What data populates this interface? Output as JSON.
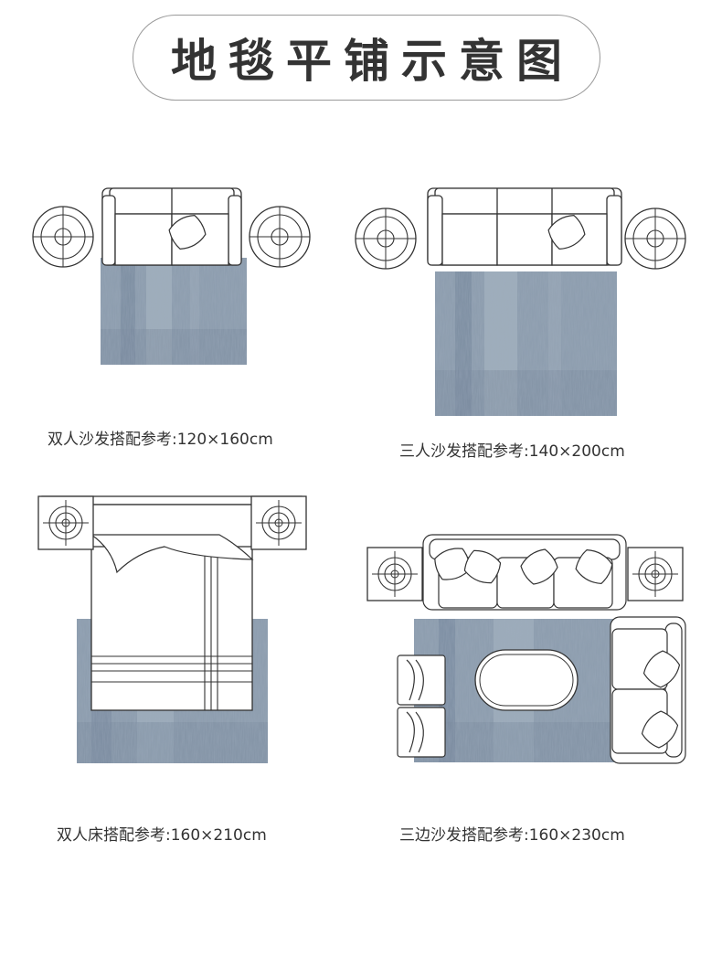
{
  "title": "地毯平铺示意图",
  "colors": {
    "rug_base": "#8c9cad",
    "rug_dark": "#6e7f92",
    "rug_light": "#a8b5c2",
    "line": "#333333",
    "title_border": "#9a9a9a"
  },
  "panels": [
    {
      "caption": "双人沙发搭配参考:120×160cm"
    },
    {
      "caption": "三人沙发搭配参考:140×200cm"
    },
    {
      "caption": "双人床搭配参考:160×210cm"
    },
    {
      "caption": "三边沙发搭配参考:160×230cm"
    }
  ]
}
